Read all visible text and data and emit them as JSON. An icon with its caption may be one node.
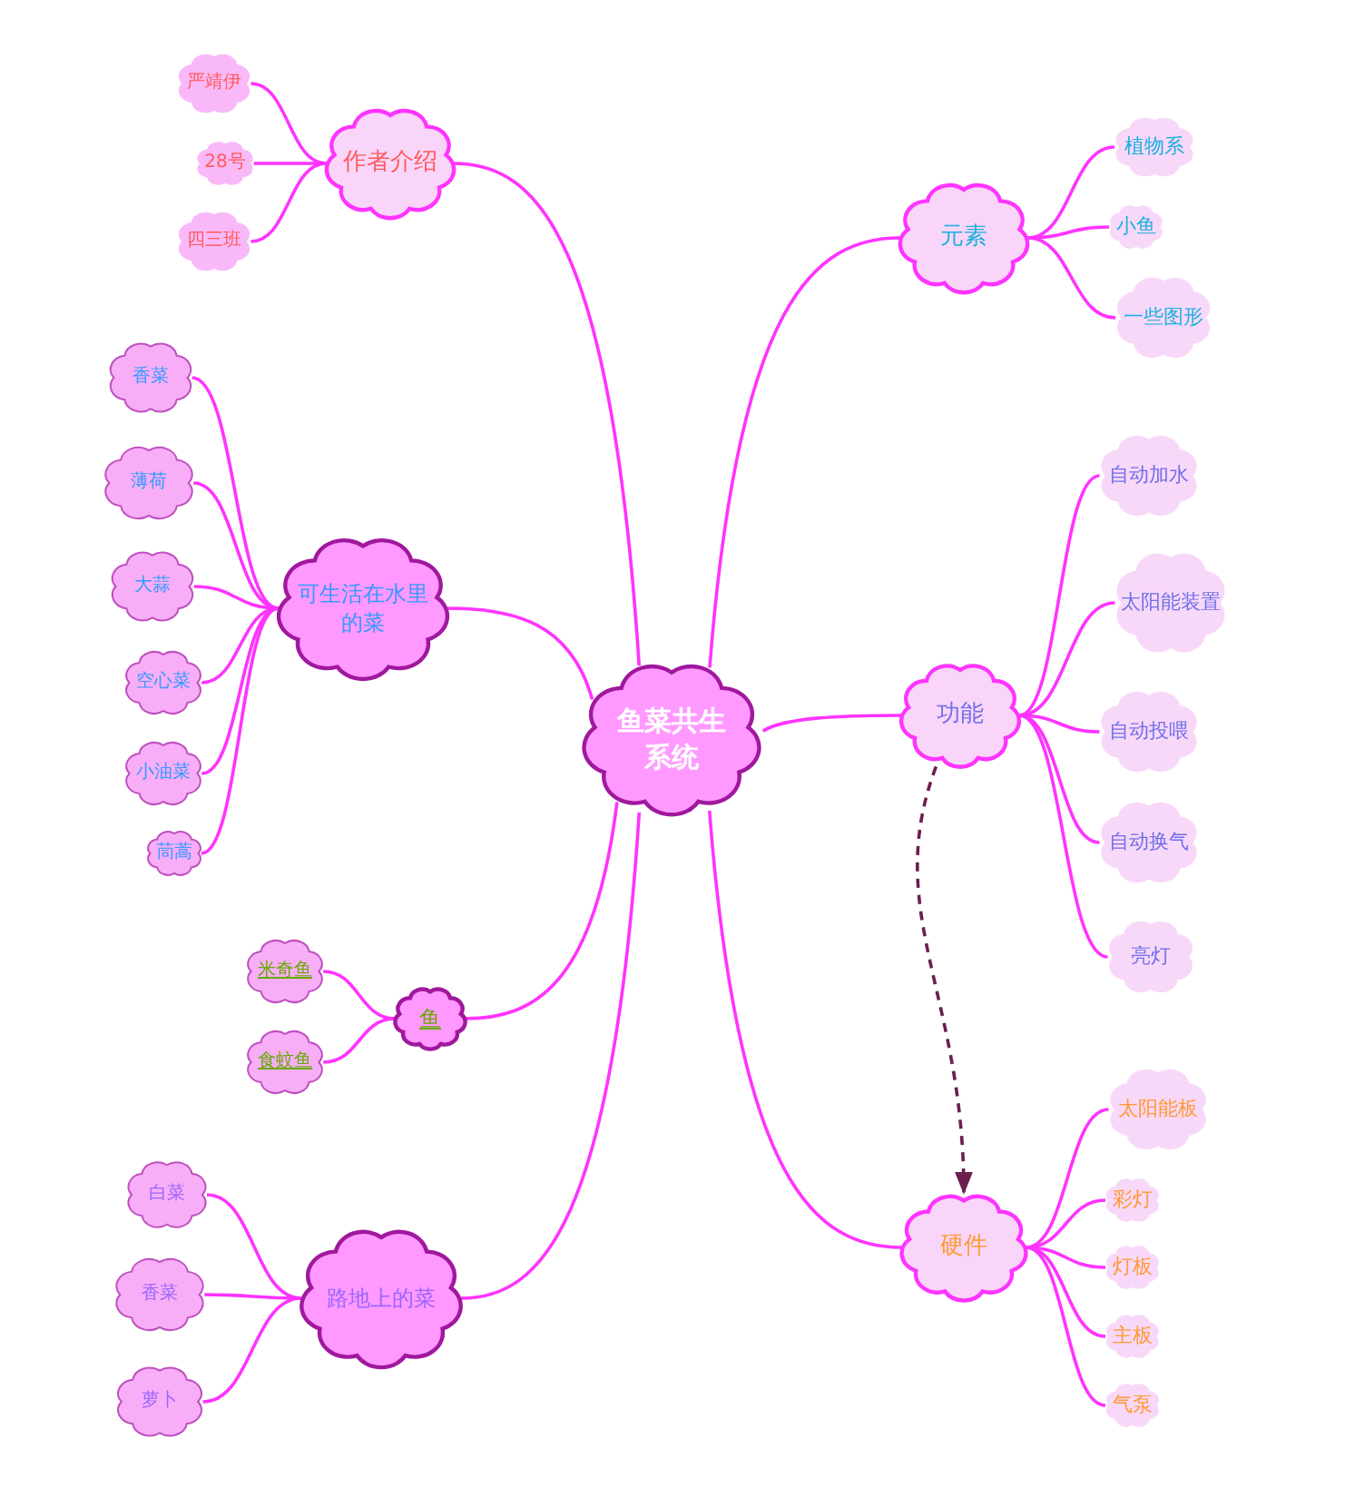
{
  "diagram": {
    "nodes": [
      {
        "text": [
          "鱼菜共生系统"
        ]
      },
      {
        "text": [
          "作者介绍"
        ]
      },
      {
        "text": [
          "严靖伊"
        ]
      },
      {
        "text": [
          "28号"
        ]
      },
      {
        "text": [
          "四三班"
        ]
      },
      {
        "text": [
          "可生活在水里的菜"
        ]
      },
      {
        "text": [
          "香菜"
        ]
      },
      {
        "text": [
          "薄荷"
        ]
      },
      {
        "text": [
          "大蒜"
        ]
      },
      {
        "text": [
          "空心菜"
        ]
      },
      {
        "text": [
          "小油菜"
        ]
      },
      {
        "text": [
          "茼蒿"
        ]
      },
      {
        "text": [
          "鱼"
        ]
      },
      {
        "text": [
          "米奇鱼"
        ]
      },
      {
        "text": [
          "食蚊鱼"
        ]
      },
      {
        "text": [
          "路地上的菜"
        ]
      },
      {
        "text": [
          "白菜"
        ]
      },
      {
        "text": [
          "香菜"
        ]
      },
      {
        "text": [
          "萝卜"
        ]
      },
      {
        "text": [
          "元素"
        ]
      },
      {
        "text": [
          "植物系"
        ]
      },
      {
        "text": [
          "小鱼"
        ]
      },
      {
        "text": [
          "一些图形"
        ]
      },
      {
        "text": [
          "功能"
        ]
      },
      {
        "text": [
          "自动加水"
        ]
      },
      {
        "text": [
          "太阳能装置"
        ]
      },
      {
        "text": [
          "自动投喂"
        ]
      },
      {
        "text": [
          "自动换气"
        ]
      },
      {
        "text": [
          "亮灯"
        ]
      },
      {
        "text": [
          "硬件"
        ]
      },
      {
        "text": [
          "太阳能板"
        ]
      },
      {
        "text": [
          "彩灯"
        ]
      },
      {
        "text": [
          "灯板"
        ]
      },
      {
        "text": [
          "主板"
        ]
      },
      {
        "text": [
          "气泵"
        ]
      }
    ],
    "edges": [
      {
        "from": 0,
        "to": 1,
        "arrow": "none"
      },
      {
        "from": 0,
        "to": 5,
        "arrow": "none"
      },
      {
        "from": 0,
        "to": 12,
        "arrow": "none"
      },
      {
        "from": 0,
        "to": 15,
        "arrow": "none"
      },
      {
        "from": 0,
        "to": 19,
        "arrow": "none"
      },
      {
        "from": 0,
        "to": 23,
        "arrow": "none"
      },
      {
        "from": 0,
        "to": 29,
        "arrow": "none"
      },
      {
        "from": 1,
        "to": 2,
        "arrow": "none"
      },
      {
        "from": 1,
        "to": 3,
        "arrow": "none"
      },
      {
        "from": 1,
        "to": 4,
        "arrow": "none"
      },
      {
        "from": 5,
        "to": 6,
        "arrow": "none"
      },
      {
        "from": 5,
        "to": 7,
        "arrow": "none"
      },
      {
        "from": 5,
        "to": 8,
        "arrow": "none"
      },
      {
        "from": 5,
        "to": 9,
        "arrow": "none"
      },
      {
        "from": 5,
        "to": 10,
        "arrow": "none"
      },
      {
        "from": 5,
        "to": 11,
        "arrow": "none"
      },
      {
        "from": 12,
        "to": 13,
        "arrow": "none"
      },
      {
        "from": 12,
        "to": 14,
        "arrow": "none"
      },
      {
        "from": 15,
        "to": 16,
        "arrow": "none"
      },
      {
        "from": 15,
        "to": 17,
        "arrow": "none"
      },
      {
        "from": 15,
        "to": 18,
        "arrow": "none"
      },
      {
        "from": 19,
        "to": 20,
        "arrow": "none"
      },
      {
        "from": 19,
        "to": 21,
        "arrow": "none"
      },
      {
        "from": 19,
        "to": 22,
        "arrow": "none"
      },
      {
        "from": 23,
        "to": 24,
        "arrow": "none"
      },
      {
        "from": 23,
        "to": 25,
        "arrow": "none"
      },
      {
        "from": 23,
        "to": 26,
        "arrow": "none"
      },
      {
        "from": 23,
        "to": 27,
        "arrow": "none"
      },
      {
        "from": 23,
        "to": 28,
        "arrow": "none"
      },
      {
        "from": 29,
        "to": 30,
        "arrow": "none"
      },
      {
        "from": 29,
        "to": 31,
        "arrow": "none"
      },
      {
        "from": 29,
        "to": 32,
        "arrow": "none"
      },
      {
        "from": 29,
        "to": 33,
        "arrow": "none"
      },
      {
        "from": 29,
        "to": 34,
        "arrow": "none"
      },
      {
        "from": 23,
        "to": 29,
        "arrow": "to",
        "style": "dashed",
        "color": "#6b1f4f"
      }
    ]
  }
}
